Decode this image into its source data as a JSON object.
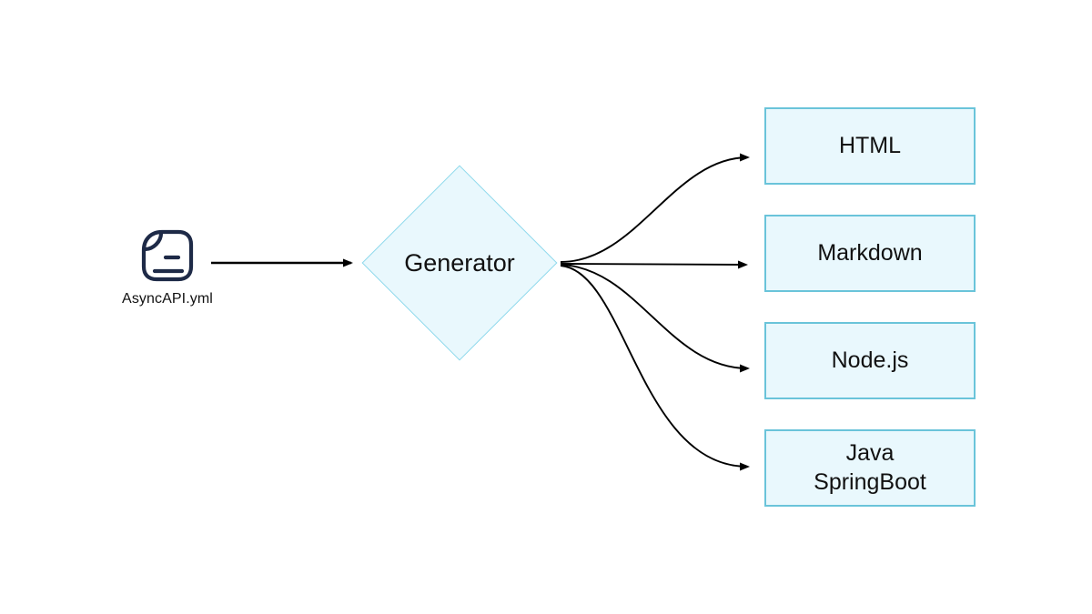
{
  "diagram": {
    "source": {
      "icon": "document-file-icon",
      "label": "AsyncAPI.yml"
    },
    "process": {
      "label": "Generator",
      "shape": "diamond"
    },
    "outputs": [
      {
        "label": "HTML"
      },
      {
        "label": "Markdown"
      },
      {
        "label": "Node.js"
      },
      {
        "label": "Java\nSpringBoot"
      }
    ],
    "edges": [
      {
        "from": "AsyncAPI.yml",
        "to": "Generator"
      },
      {
        "from": "Generator",
        "to": "HTML"
      },
      {
        "from": "Generator",
        "to": "Markdown"
      },
      {
        "from": "Generator",
        "to": "Node.js"
      },
      {
        "from": "Generator",
        "to": "Java SpringBoot"
      }
    ],
    "colors": {
      "background": "#ffffff",
      "node_fill": "#e9f8fd",
      "node_border": "#6ac4da",
      "diamond_border": "#8ed9ec",
      "arrow": "#000000",
      "icon_stroke": "#1e2a47",
      "text": "#111111"
    }
  }
}
